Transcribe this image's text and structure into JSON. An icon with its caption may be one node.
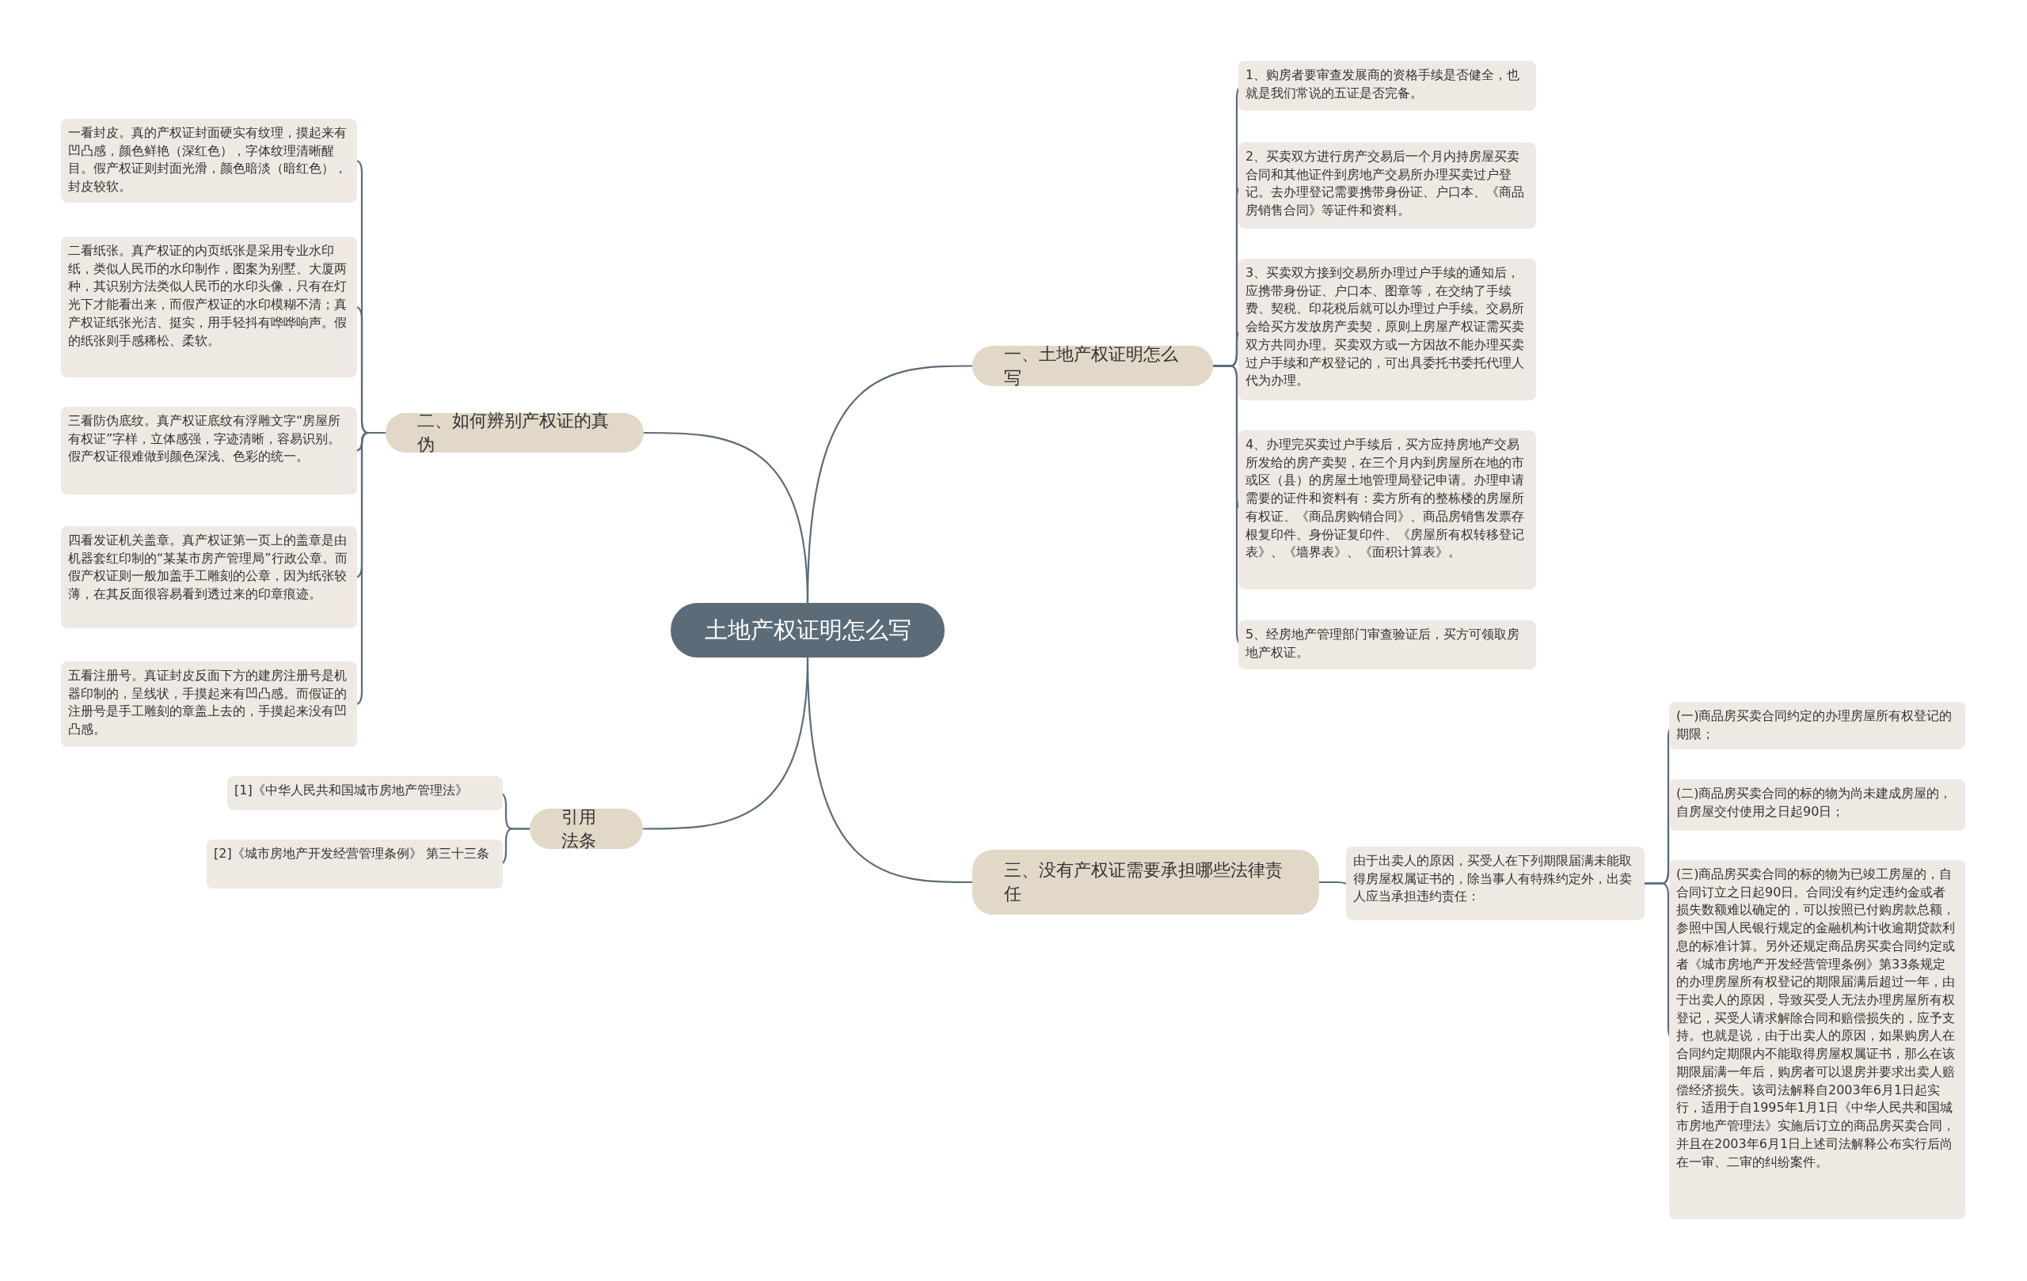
{
  "diagram": {
    "nodes": [
      {
        "text": [
          "土地产权证明怎么写"
        ]
      },
      {
        "text": [
          "一、土地产权证明怎么写"
        ]
      },
      {
        "text": [
          "1、购房者要审查发展商的资格手续是否健全，也就是我们常说的五证是否完备。"
        ]
      },
      {
        "text": [
          "2、买卖双方进行房产交易后一个月内持房屋买卖合同和其他证件到房地产交易所办理买卖过户登记。去办理登记需要携带身份证、户口本、《商品房销售合同》等证件和资料。"
        ]
      },
      {
        "text": [
          "3、买卖双方接到交易所办理过户手续的通知后，应携带身份证、户口本、图章等，在交纳了手续费、契税、印花税后就可以办理过户手续。交易所会给买方发放房产卖契，原则上房屋产权证需买卖双方共同办理。买卖双方或一方因故不能办理买卖过户手续和产权登记的，可出具委托书委托代理人代为办理。"
        ]
      },
      {
        "text": [
          "4、办理完买卖过户手续后，买方应持房地产交易所发给的房产卖契，在三个月内到房屋所在地的市或区（县）的房屋土地管理局登记申请。办理申请需要的证件和资料有：卖方所有的整栋楼的房屋所有权证、《商品房购销合同》、商品房销售发票存根复印件、身份证复印件、《房屋所有权转移登记表》、《墙界表》、《面积计算表》。"
        ]
      },
      {
        "text": [
          "5、经房地产管理部门审查验证后，买方可领取房地产权证。"
        ]
      },
      {
        "text": [
          "二、如何辨别产权证的真伪"
        ]
      },
      {
        "text": [
          "一看封皮。真的产权证封面硬实有纹理，摸起来有凹凸感，颜色鲜艳（深红色），字体纹理清晰醒目。假产权证则封面光滑，颜色暗淡（暗红色），封皮较软。"
        ]
      },
      {
        "text": [
          "二看纸张。真产权证的内页纸张是采用专业水印纸，类似人民币的水印制作，图案为别墅、大厦两种，其识别方法类似人民币的水印头像，只有在灯光下才能看出来，而假产权证的水印模糊不清；真产权证纸张光洁、挺实，用手轻抖有哗哗响声。假的纸张则手感稀松、柔软。"
        ]
      },
      {
        "text": [
          "三看防伪底纹。真产权证底纹有浮雕文字“房屋所有权证”字样，立体感强，字迹清晰，容易识别。假产权证很难做到颜色深浅、色彩的统一。"
        ]
      },
      {
        "text": [
          "四看发证机关盖章。真产权证第一页上的盖章是由机器套红印制的“某某市房产管理局”行政公章。而假产权证则一般加盖手工雕刻的公章，因为纸张较薄，在其反面很容易看到透过来的印章痕迹。"
        ]
      },
      {
        "text": [
          "五看注册号。真证封皮反面下方的建房注册号是机器印制的，呈线状，手摸起来有凹凸感。而假证的注册号是手工雕刻的章盖上去的，手摸起来没有凹凸感。"
        ]
      },
      {
        "text": [
          "引用法条"
        ]
      },
      {
        "text": [
          "[1]《中华人民共和国城市房地产管理法》"
        ]
      },
      {
        "text": [
          "[2]《城市房地产开发经营管理条例》 第三十三条"
        ]
      },
      {
        "text": [
          "三、没有产权证需要承担哪些法律责任"
        ]
      },
      {
        "text": [
          "由于出卖人的原因，买受人在下列期限届满未能取得房屋权属证书的，除当事人有特殊约定外，出卖人应当承担违约责任："
        ]
      },
      {
        "text": [
          "(一)商品房买卖合同约定的办理房屋所有权登记的期限；"
        ]
      },
      {
        "text": [
          "(二)商品房买卖合同的标的物为尚未建成房屋的，自房屋交付使用之日起90日；"
        ]
      },
      {
        "text": [
          "(三)商品房买卖合同的标的物为已竣工房屋的，自合同订立之日起90日。合同没有约定违约金或者损失数额难以确定的，可以按照已付购房款总额，参照中国人民银行规定的金融机构计收逾期贷款利息的标准计算。另外还规定商品房买卖合同约定或者《城市房地产开发经营管理条例》第33条规定的办理房屋所有权登记的期限届满后超过一年，由于出卖人的原因，导致买受人无法办理房屋所有权登记，买受人请求解除合同和赔偿损失的，应予支持。也就是说，由于出卖人的原因，如果购房人在合同约定期限内不能取得房屋权属证书，那么在该期限届满一年后，购房者可以退房并要求出卖人赔偿经济损失。该司法解释自2003年6月1日起实行，适用于自1995年1月1日《中华人民共和国城市房地产管理法》实施后订立的商品房买卖合同，并且在2003年6月1日上述司法解释公布实行后尚在一审、二审的纠纷案件。"
        ]
      }
    ],
    "edges": [
      {
        "from": 0,
        "to": 1,
        "arrow": "none"
      },
      {
        "from": 1,
        "to": 2,
        "arrow": "none"
      },
      {
        "from": 1,
        "to": 3,
        "arrow": "none"
      },
      {
        "from": 1,
        "to": 4,
        "arrow": "none"
      },
      {
        "from": 1,
        "to": 5,
        "arrow": "none"
      },
      {
        "from": 1,
        "to": 6,
        "arrow": "none"
      },
      {
        "from": 0,
        "to": 7,
        "arrow": "none"
      },
      {
        "from": 7,
        "to": 8,
        "arrow": "none"
      },
      {
        "from": 7,
        "to": 9,
        "arrow": "none"
      },
      {
        "from": 7,
        "to": 10,
        "arrow": "none"
      },
      {
        "from": 7,
        "to": 11,
        "arrow": "none"
      },
      {
        "from": 7,
        "to": 12,
        "arrow": "none"
      },
      {
        "from": 0,
        "to": 13,
        "arrow": "none"
      },
      {
        "from": 13,
        "to": 14,
        "arrow": "none"
      },
      {
        "from": 13,
        "to": 15,
        "arrow": "none"
      },
      {
        "from": 0,
        "to": 16,
        "arrow": "none"
      },
      {
        "from": 16,
        "to": 17,
        "arrow": "none"
      },
      {
        "from": 17,
        "to": 18,
        "arrow": "none"
      },
      {
        "from": 17,
        "to": 19,
        "arrow": "none"
      },
      {
        "from": 17,
        "to": 20,
        "arrow": "none"
      }
    ]
  }
}
